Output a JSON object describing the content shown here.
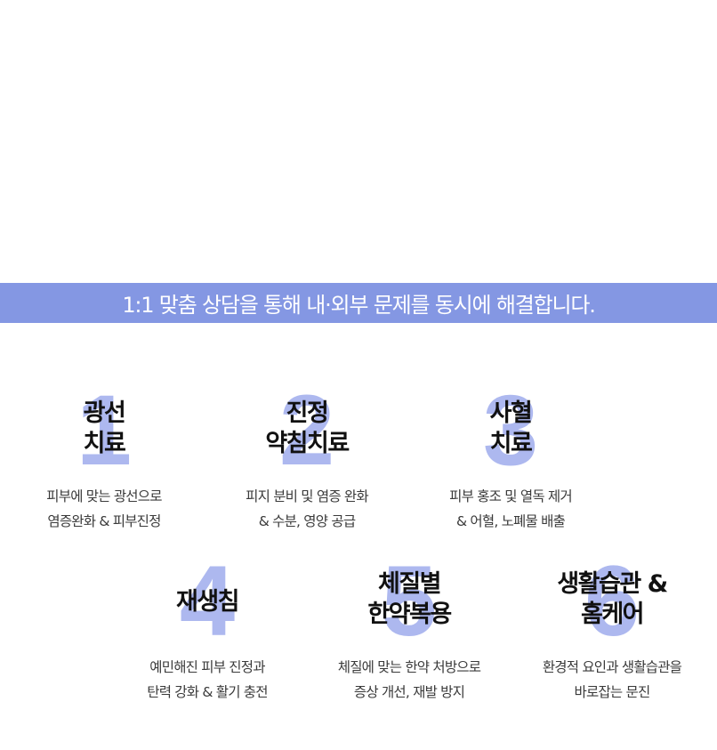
{
  "banner": {
    "text": "1:1 맞춤 상담을 통해 내·외부 문제를 동시에 해결합니다."
  },
  "colors": {
    "banner_bg": "#8497e3",
    "number": "#a9b5ef",
    "title": "#111111",
    "desc": "#3a3a3a"
  },
  "treatments": [
    {
      "number": "1",
      "title_line1": "광선",
      "title_line2": "치료",
      "desc_line1": "피부에 맞는 광선으로",
      "desc_line2": "염증완화 & 피부진정"
    },
    {
      "number": "2",
      "title_line1": "진정",
      "title_line2": "약침치료",
      "desc_line1": "피지 분비 및 염증 완화",
      "desc_line2": "& 수분, 영양 공급"
    },
    {
      "number": "3",
      "title_line1": "사혈",
      "title_line2": "치료",
      "desc_line1": "피부 홍조 및 열독 제거",
      "desc_line2": "& 어혈, 노폐물 배출"
    },
    {
      "number": "4",
      "title_line1": "재생침",
      "title_line2": "",
      "desc_line1": "예민해진 피부 진정과",
      "desc_line2": "탄력 강화 & 활기 충전"
    },
    {
      "number": "5",
      "title_line1": "체질별",
      "title_line2": "한약복용",
      "desc_line1": "체질에 맞는 한약 처방으로",
      "desc_line2": "증상 개선, 재발 방지"
    },
    {
      "number": "6",
      "title_line1": "생활습관 &",
      "title_line2": "홈케어",
      "desc_line1": "환경적 요인과 생활습관을",
      "desc_line2": "바로잡는 문진"
    }
  ]
}
